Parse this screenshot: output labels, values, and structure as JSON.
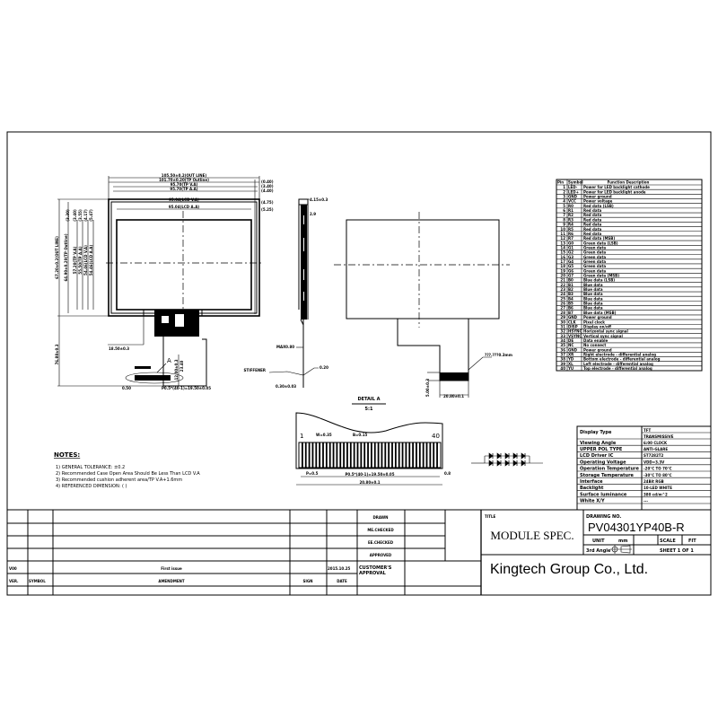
{
  "front_view": {
    "dims_top": [
      "105.50±0.2(OUT LINE)",
      "101.70±0.20(TP Outline)",
      "95.70(TP V.A)",
      "95.70(TP A.A)",
      "95.04(LCD V.A)",
      "95.04(LCD A.A)"
    ],
    "dims_right": [
      "(0.40)",
      "(3.40)",
      "(4.40)",
      "(4.75)",
      "(5.25)"
    ],
    "dims_left": [
      "67.20±0.2(OUT LINE)",
      "64.90±0.20(TP Outline)",
      "57.20(TP V.A)",
      "55.50(TP A.A)",
      "54.46(LCD V.A)",
      "54.46(LCD A.A)"
    ],
    "dims_left_top": [
      "(3.30)",
      "(3.40)",
      "(3.55)",
      "(4.17)",
      "(5.47)"
    ],
    "dim_overall_height": "76.88±0.3",
    "dim_fpc_offset": "18.50±0.3",
    "dim_fpc_height": "12.00±0.3",
    "dim_fpc_len": "23.40",
    "dim_pitch": "P0.5*(40-1)=19.50±0.05",
    "dim_edge": "0.50",
    "detail_marker": "A"
  },
  "side_view": {
    "dim_thickness": "4.15±0.3",
    "dim_glass": "2.9",
    "dim_max": "MAX0.80",
    "dim_fpc_thickness": "0.30±0.03",
    "dim_stiffener": "STIFFENER",
    "dim_fpc_note": "0.20"
  },
  "back_view": {
    "note_stiffener": "???.???0.3mm",
    "dim_connector_w": "20.80±0.1",
    "dim_connector_h": "5.00±0.3"
  },
  "detail_a": {
    "title": "DETAIL  A",
    "scale": "5:1",
    "pin_first": "1",
    "pin_last": "40",
    "dim_w": "W=0.35",
    "dim_p": "P=0.5",
    "dim_b": "B=0.15",
    "dim_pitch": "P0.5*(40-1)=19.50±0.05",
    "dim_total": "20.80±0.1",
    "dim_side": "0.8"
  },
  "notes": {
    "title": "NOTES:",
    "items": [
      "1) GENERAL TOLERANCE: ±0.2",
      "2) Recommended Case Open Area Should Be Less Than LCD V.A",
      "3) Recommended cushion adherent area/TP V.A+1.6mm",
      "4) REFERENCED DIMENSION: (    )"
    ]
  },
  "pin_table": {
    "headers": [
      "Pin",
      "Symbol",
      "Function Description"
    ],
    "rows": [
      [
        "1",
        "LED-",
        "Power for LED backlight cathode"
      ],
      [
        "2",
        "LED+",
        "Power for LED backlight anode"
      ],
      [
        "3",
        "GND",
        "Power ground"
      ],
      [
        "4",
        "VCC",
        "Power voltage"
      ],
      [
        "5",
        "R0",
        "Red data (LSB)"
      ],
      [
        "6",
        "R1",
        "Red data"
      ],
      [
        "7",
        "R2",
        "Red data"
      ],
      [
        "8",
        "R3",
        "Red data"
      ],
      [
        "9",
        "R4",
        "Red data"
      ],
      [
        "10",
        "R5",
        "Red data"
      ],
      [
        "11",
        "R6",
        "Red data"
      ],
      [
        "12",
        "R7",
        "Red data (MSB)"
      ],
      [
        "13",
        "G0",
        "Green data (LSB)"
      ],
      [
        "14",
        "G1",
        "Green data"
      ],
      [
        "15",
        "G2",
        "Green data"
      ],
      [
        "16",
        "G3",
        "Green data"
      ],
      [
        "17",
        "G4",
        "Green data"
      ],
      [
        "18",
        "G5",
        "Green data"
      ],
      [
        "19",
        "G6",
        "Green data"
      ],
      [
        "20",
        "G7",
        "Green data (MSB)"
      ],
      [
        "21",
        "B0",
        "Blue data (LSB)"
      ],
      [
        "22",
        "B1",
        "Blue data"
      ],
      [
        "23",
        "B2",
        "Blue data"
      ],
      [
        "24",
        "B3",
        "Blue data"
      ],
      [
        "25",
        "B4",
        "Blue data"
      ],
      [
        "26",
        "B5",
        "Blue data"
      ],
      [
        "27",
        "B6",
        "Blue data"
      ],
      [
        "28",
        "B7",
        "Blue data (MSB)"
      ],
      [
        "29",
        "GND",
        "Power ground"
      ],
      [
        "30",
        "CLK",
        "Pixel clock"
      ],
      [
        "31",
        "DISP",
        "Display on/off"
      ],
      [
        "32",
        "HSYNC",
        "Horizontal sync signal"
      ],
      [
        "33",
        "VSYNC",
        "Vertical sync signal"
      ],
      [
        "34",
        "DE",
        "Data enable"
      ],
      [
        "35",
        "NC",
        "No connect"
      ],
      [
        "36",
        "GND",
        "Power ground"
      ],
      [
        "37",
        "XR",
        "Right electrode - differential analog"
      ],
      [
        "38",
        "YD",
        "Bottom electrode - differential analog"
      ],
      [
        "39",
        "XL",
        "Left electrode - differential analog"
      ],
      [
        "40",
        "YU",
        "Top electrode - differential analog"
      ]
    ]
  },
  "spec_table": {
    "rows": [
      [
        "Display Type",
        "TFT\nTRANSMISSIVE"
      ],
      [
        "Viewing Angle",
        "6:00 CLOCK"
      ],
      [
        "UPPER POL TYPE",
        "ANTI-GLARE"
      ],
      [
        "LCD Driver IC",
        "ST7282T2"
      ],
      [
        "Operating Voltage",
        "VDD=3.3V"
      ],
      [
        "Operation Temperature",
        "-20°C TO 70°C"
      ],
      [
        "Storage Temperature",
        "-30°C TO 80°C"
      ],
      [
        "Interface",
        "24Bit RGB"
      ],
      [
        "Backlight",
        "10-LED WHITE"
      ],
      [
        "Surface luminance",
        "380 cd/m^2"
      ],
      [
        "White X/Y",
        "---"
      ]
    ]
  },
  "title_block": {
    "rev_rows": [
      {
        "ver": "V00",
        "symbol": "",
        "amendment": "First issue",
        "sign": "",
        "date": "2015.10.25"
      }
    ],
    "headers": {
      "ver": "VER.",
      "symbol": "SYMBOL",
      "amendment": "AMENDMENT",
      "sign": "SIGN",
      "date": "DATE"
    },
    "sign_labels": [
      "DRAWN",
      "ME.CHECKED",
      "EE.CHECKED",
      "APPROVED"
    ],
    "customer_approval": "CUSTOMER'S\nAPPROVAL",
    "title_label": "TITLE",
    "title": "MODULE SPEC.",
    "drawing_no_label": "DRAWING NO.",
    "drawing_no": "PV04301YP40B-R",
    "unit_label": "UNIT",
    "unit": "mm",
    "scale_label": "SCALE",
    "scale": "FIT",
    "projection": "3rd Angle",
    "sheet": "SHEET 1 OF 1",
    "company": "Kingtech Group Co., Ltd."
  }
}
